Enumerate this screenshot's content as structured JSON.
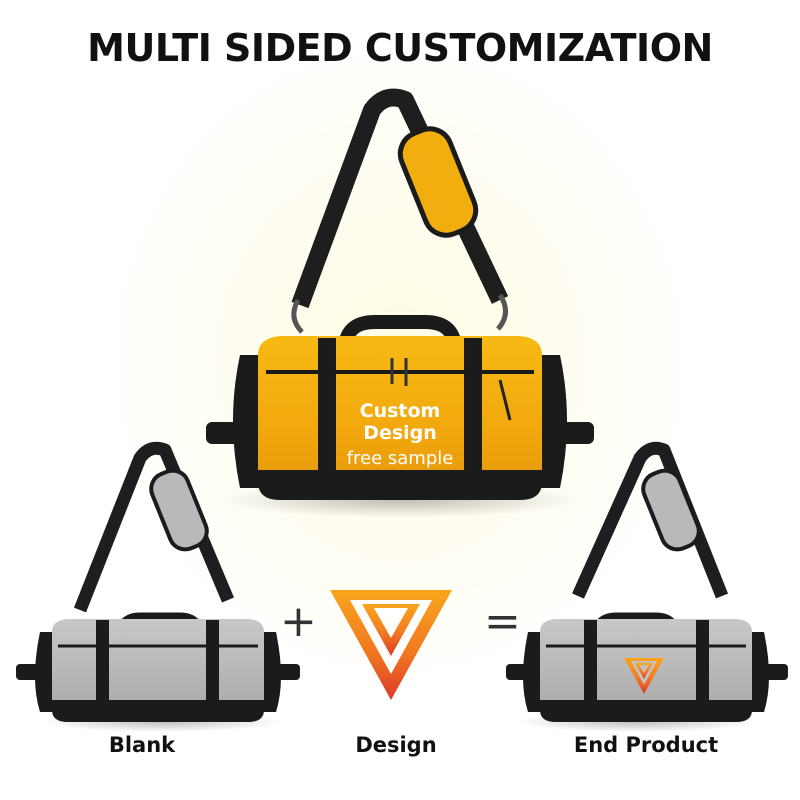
{
  "title": "MULTI SIDED CUSTOMIZATION",
  "hero_bag": {
    "line1": "Custom",
    "line2": "Design",
    "line3": "free sample",
    "color": "#f2ae0f"
  },
  "steps": {
    "blank_label": "Blank",
    "design_label": "Design",
    "end_label": "End Product",
    "plus": "+",
    "equals": "=",
    "grey_bag_color": "#b9b9b9",
    "logo_top_color": "#f7a21e",
    "logo_bottom_color": "#e2402a"
  }
}
